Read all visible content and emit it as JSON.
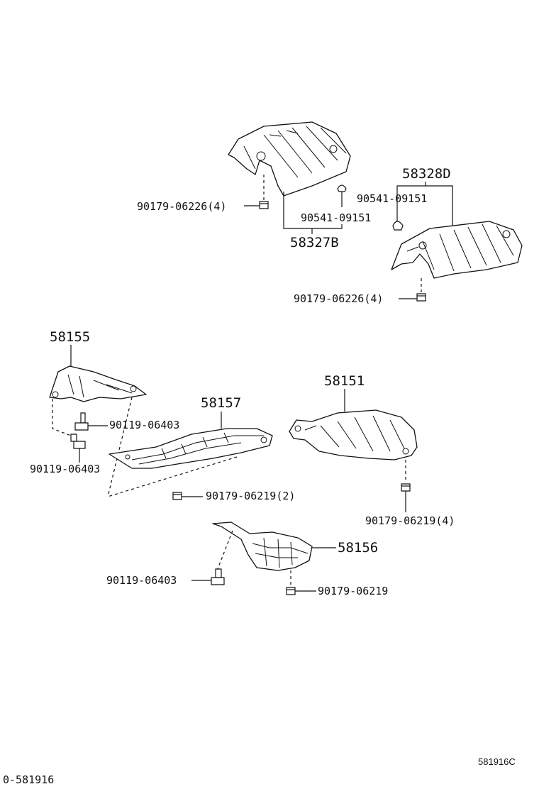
{
  "diagram": {
    "labels": {
      "p58327b": "58327B",
      "p58327b_nut": "90179-06226(4)",
      "p58327b_clip": "90541-09151",
      "p58328d": "58328D",
      "p58328d_clip": "90541-09151",
      "p58328d_nut": "90179-06226(4)",
      "p58155": "58155",
      "p58155_bolt_a": "90119-06403",
      "p58155_bolt_b": "90119-06403",
      "p58157": "58157",
      "p58157_nut": "90179-06219(2)",
      "p58151": "58151",
      "p58151_nut": "90179-06219(4)",
      "p58156": "58156",
      "p58156_bolt": "90119-06403",
      "p58156_nut": "90179-06219"
    },
    "footer_left": "0-581916",
    "footer_right": "581916C"
  }
}
